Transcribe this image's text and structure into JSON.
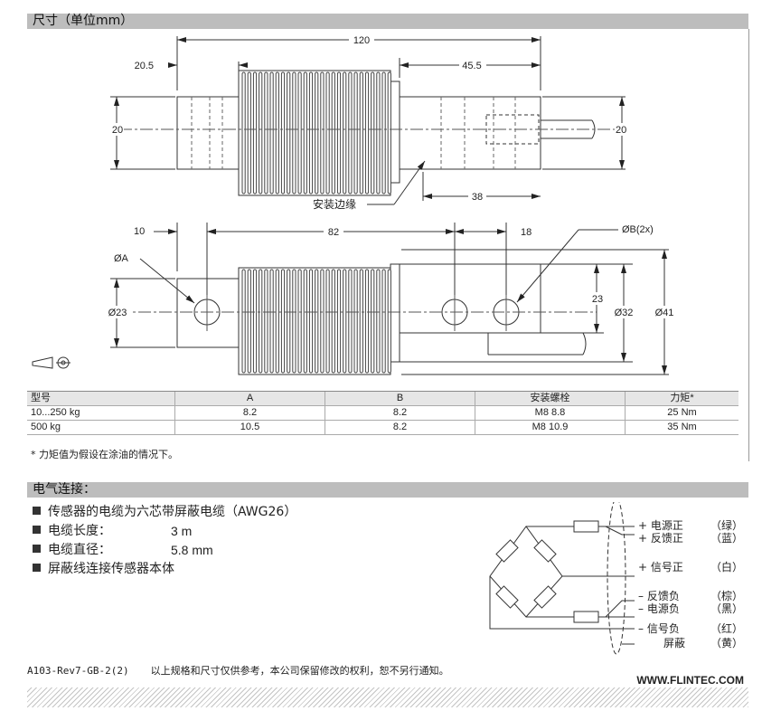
{
  "dimensions": {
    "title": "尺寸（单位mm）",
    "top_view": {
      "overall": "120",
      "left_end": "20.5",
      "right_end": "45.5",
      "height_left": "20",
      "height_right": "20",
      "flange_label": "安装边缘",
      "bolt_span": "38"
    },
    "side_view": {
      "d1": "10",
      "d2": "82",
      "d3": "18",
      "hole_a": "ØA",
      "hole_b": "ØB(2x)",
      "h1": "Ø23",
      "h2": "23",
      "h3": "Ø32",
      "h4": "Ø41"
    }
  },
  "spec_table": {
    "headers": [
      "型号",
      "A",
      "B",
      "安装螺栓",
      "力矩*"
    ],
    "rows": [
      [
        "10...250 kg",
        "8.2",
        "8.2",
        "M8 8.8",
        "25 Nm"
      ],
      [
        "500 kg",
        "10.5",
        "8.2",
        "M8 10.9",
        "35 Nm"
      ]
    ],
    "footnote": "* 力矩值为假设在涂油的情况下。"
  },
  "electrical": {
    "title": "电气连接：",
    "bullets": [
      {
        "label": "传感器的电缆为六芯带屏蔽电缆（AWG26）",
        "value": ""
      },
      {
        "label": "电缆长度：",
        "value": "3 m"
      },
      {
        "label": "电缆直径：",
        "value": "5.8 mm"
      },
      {
        "label": "屏蔽线连接传感器本体",
        "value": ""
      }
    ],
    "wires": [
      {
        "sign": "+",
        "name": "电源正",
        "color": "（绿）"
      },
      {
        "sign": "+",
        "name": "反馈正",
        "color": "（蓝）"
      },
      {
        "sign": "+",
        "name": "信号正",
        "color": "（白）"
      },
      {
        "sign": "–",
        "name": "反馈负",
        "color": "（棕）"
      },
      {
        "sign": "–",
        "name": "电源负",
        "color": "（黑）"
      },
      {
        "sign": "–",
        "name": "信号负",
        "color": "（红）"
      },
      {
        "sign": "",
        "name": "屏蔽",
        "color": "（黄）"
      }
    ]
  },
  "footer": {
    "doc_id": "A103-Rev7-GB-2(2)",
    "disclaimer": "以上规格和尺寸仅供参考，本公司保留修改的权利，恕不另行通知。",
    "website": "WWW.FLINTEC.COM"
  }
}
